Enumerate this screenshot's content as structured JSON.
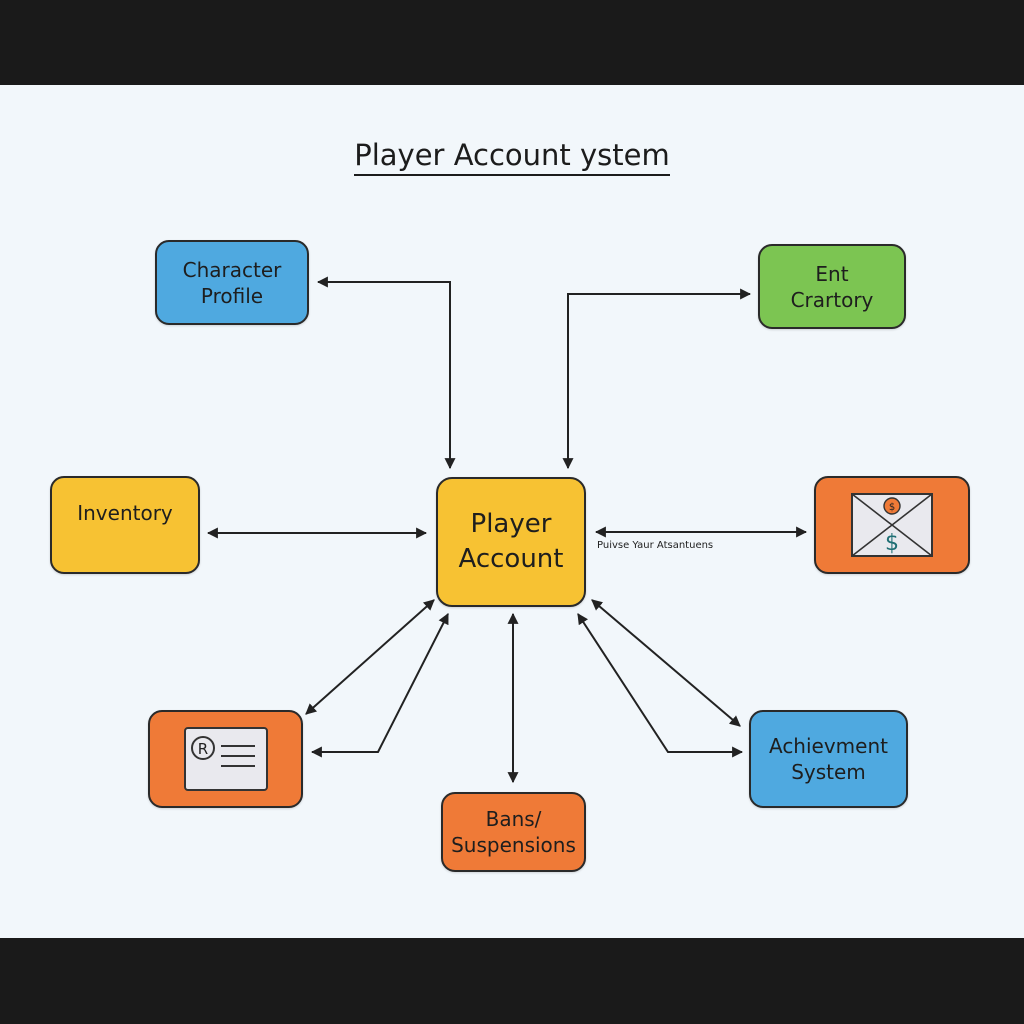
{
  "title": "Player Account ystem",
  "center": {
    "lines": [
      "Player",
      "Account"
    ]
  },
  "nodes": {
    "character_profile": {
      "lines": [
        "Character",
        "Profile"
      ]
    },
    "ent_crartory": {
      "lines": [
        "Ent",
        "Crartory"
      ]
    },
    "inventory": {
      "lines": [
        "Inventory"
      ]
    },
    "achievement_system": {
      "lines": [
        "Achievment",
        "System"
      ]
    },
    "bans_suspensions": {
      "lines": [
        "Bans/",
        "Suspensions"
      ]
    }
  },
  "edge_label": "Puivse Yaur Atsantuens",
  "icons": {
    "payment": "envelope-dollar-icon",
    "id_card": "id-card-icon"
  },
  "colors": {
    "blue": "#4fa9e0",
    "green": "#7cc552",
    "yellow": "#f7c233",
    "orange": "#ef7a37",
    "background": "#f2f7fb",
    "frame": "#1a1a1a"
  }
}
